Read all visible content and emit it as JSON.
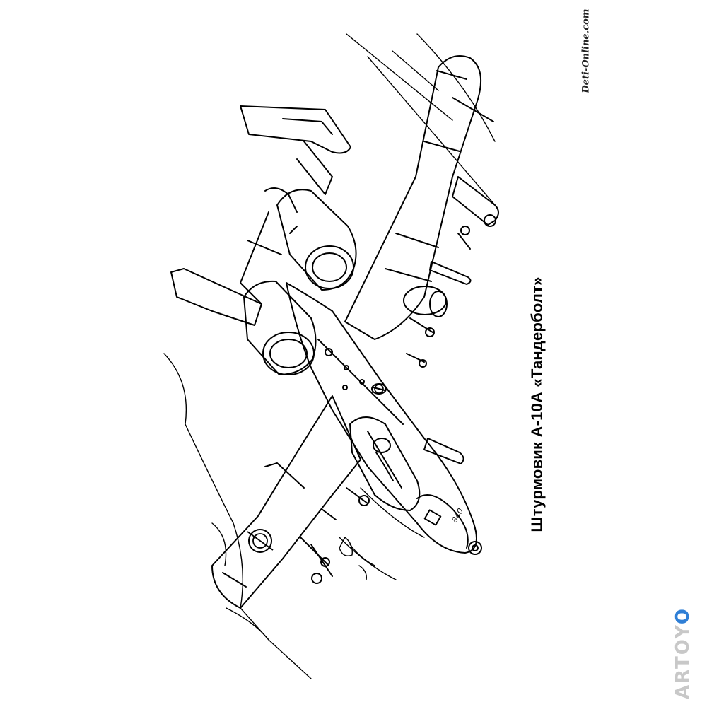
{
  "caption": "Штурмовик А-10А «Тандерболт»",
  "site_mark": "Deti-Online.com",
  "brand": {
    "text": "ARTOY",
    "last_letter": "O",
    "accent_color": "#2f7fd6",
    "text_color": "#c8c8c8"
  },
  "aircraft_number": "840",
  "line_color": "#000000",
  "background": "#ffffff"
}
